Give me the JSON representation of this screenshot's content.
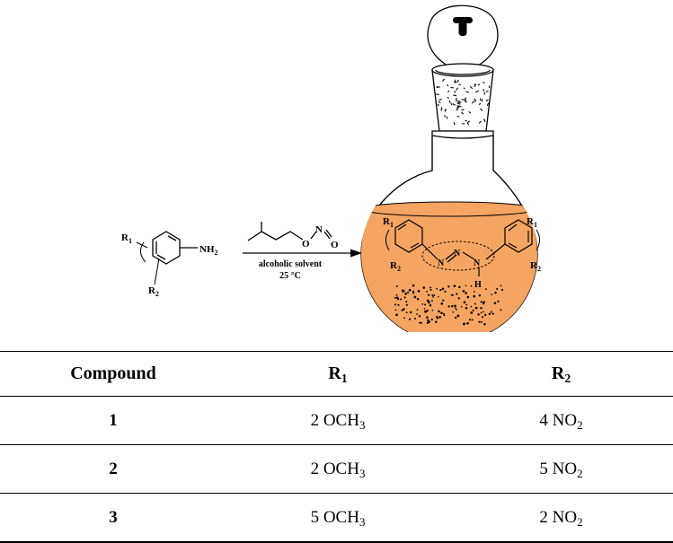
{
  "scheme": {
    "reactant": {
      "r1": "R",
      "r1_sub": "1",
      "r2": "R",
      "r2_sub": "2",
      "nh2": "NH",
      "nh2_sub": "2"
    },
    "reagent": {
      "o": "O",
      "n": "N",
      "o2": "O"
    },
    "conditions": {
      "solvent": "alcoholic solvent",
      "temperature": "25 °C"
    },
    "stopper_letter": "T",
    "product": {
      "r1_left": "R",
      "r1_left_sub": "1",
      "r2_left": "R",
      "r2_left_sub": "2",
      "r1_right": "R",
      "r1_right_sub": "1",
      "r2_right": "R",
      "r2_right_sub": "2",
      "n1": "N",
      "n2": "N",
      "n3": "N",
      "h": "H"
    },
    "colors": {
      "liquid": "#F5A462",
      "line": "#000000"
    }
  },
  "table": {
    "headers": [
      {
        "main": "Compound",
        "sub": ""
      },
      {
        "main": "R",
        "sub": "1"
      },
      {
        "main": "R",
        "sub": "2"
      }
    ],
    "rows": [
      {
        "compound": "1",
        "r1": "2 OCH",
        "r1_sub": "3",
        "r2": "4 NO",
        "r2_sub": "2"
      },
      {
        "compound": "2",
        "r1": "2 OCH",
        "r1_sub": "3",
        "r2": "5 NO",
        "r2_sub": "2"
      },
      {
        "compound": "3",
        "r1": "5 OCH",
        "r1_sub": "3",
        "r2": "2 NO",
        "r2_sub": "2"
      }
    ]
  }
}
